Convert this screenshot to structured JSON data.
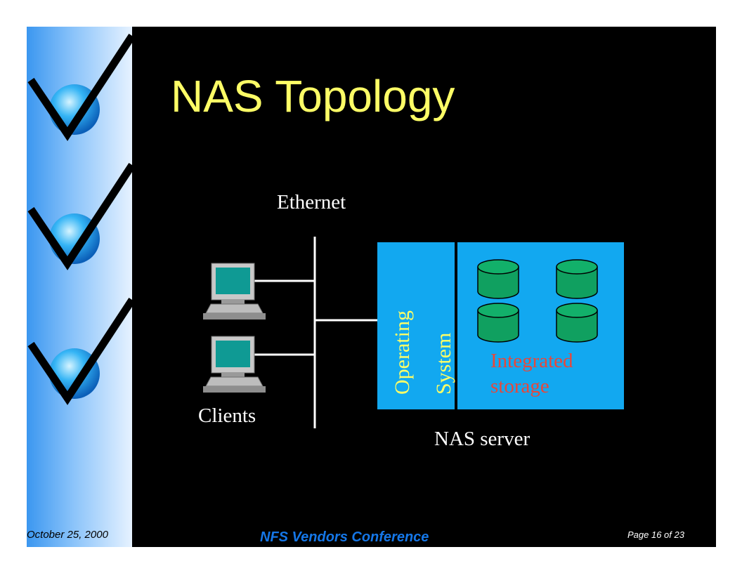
{
  "slide": {
    "title": "NAS Topology",
    "ethernet_label": "Ethernet",
    "clients_label": "Clients",
    "nas_server_label": "NAS server",
    "os_label_line1": "Operating",
    "os_label_line2": "System",
    "storage_label_line1": "Integrated",
    "storage_label_line2": "storage"
  },
  "footer": {
    "date": "October 25, 2000",
    "conference": "NFS Vendors Conference",
    "page": "Page 16 of 23"
  },
  "sidebar": {
    "icons": [
      "checkmark-icon",
      "checkmark-icon",
      "checkmark-icon"
    ]
  },
  "colors": {
    "background": "#000000",
    "title": "#ffff66",
    "panel": "#12a8f0",
    "storage_label": "#e8473a",
    "disk": "#10a060",
    "conference": "#1577e8"
  }
}
